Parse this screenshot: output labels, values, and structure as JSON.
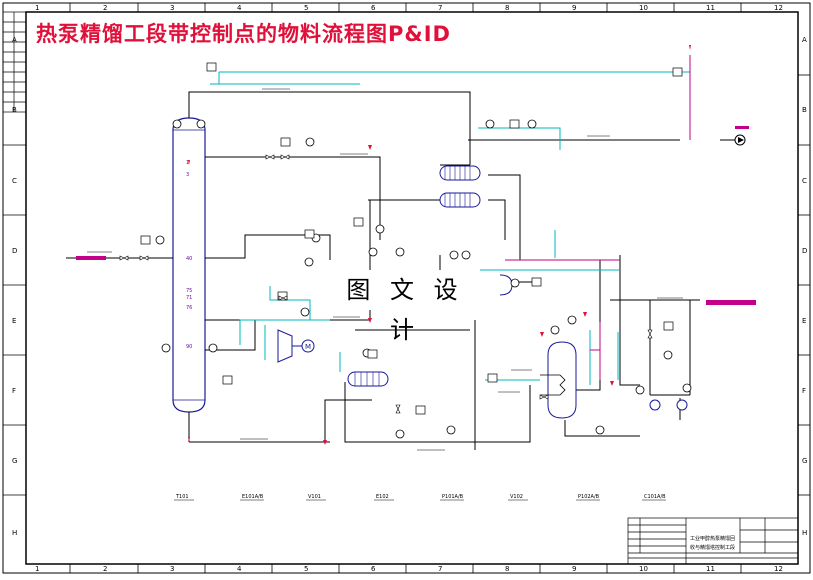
{
  "title": "热泵精馏工段带控制点的物料流程图P&ID",
  "watermark": "图 文 设 计",
  "grid": {
    "columns": [
      "1",
      "2",
      "3",
      "4",
      "5",
      "6",
      "7",
      "8",
      "9",
      "10",
      "11",
      "12"
    ],
    "rows": [
      "A",
      "B",
      "C",
      "D",
      "E",
      "F",
      "G",
      "H"
    ]
  },
  "equipment_tags": [
    "T101",
    "E101A/B",
    "V101",
    "E102",
    "P101A/B",
    "V102",
    "P102A/B",
    "C101A/B"
  ],
  "column_tray_numbers": [
    "1",
    "3",
    "40",
    "75",
    "71",
    "76",
    "90"
  ],
  "title_block": {
    "line1": "工业甲醇热泵精馏回",
    "line2": "收与精馏塔控制工段"
  }
}
